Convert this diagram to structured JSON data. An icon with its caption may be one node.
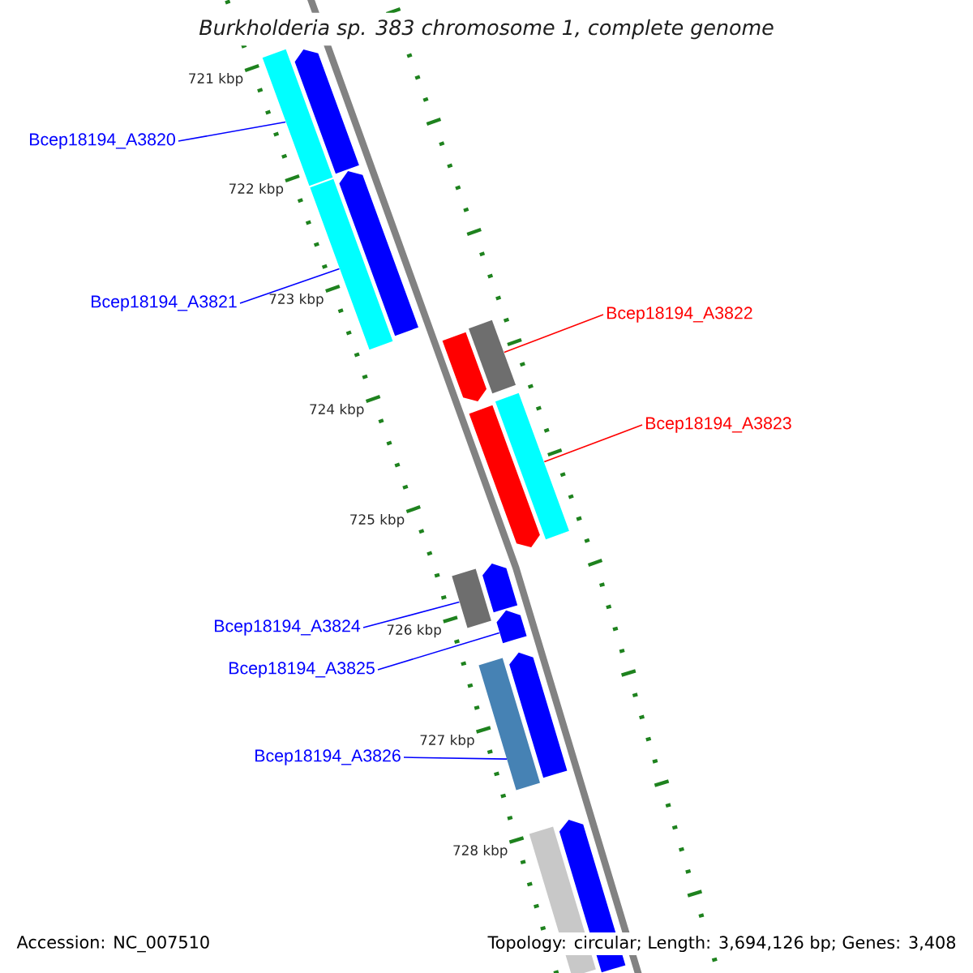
{
  "diagram": {
    "title": "Burkholderia sp. 383 chromosome 1, complete genome",
    "nodes": [
      {
        "text": [
          "Bcep18194_A3820"
        ]
      },
      {
        "text": [
          "Bcep18194_A3821"
        ]
      },
      {
        "text": [
          "Bcep18194_A3822"
        ]
      },
      {
        "text": [
          "Bcep18194_A3823"
        ]
      },
      {
        "text": [
          "Bcep18194_A3824"
        ]
      },
      {
        "text": [
          "Bcep18194_A3825"
        ]
      },
      {
        "text": [
          "Bcep18194_A3826"
        ]
      },
      {
        "text": [],
        "shape": "bar"
      },
      {
        "text": [],
        "shape": "bar"
      },
      {
        "text": [],
        "shape": "bar"
      },
      {
        "text": [],
        "shape": "bar"
      },
      {
        "text": [],
        "shape": "bar"
      },
      {
        "text": [],
        "shape": "bar"
      },
      {
        "text": [],
        "shape": "bar"
      },
      {
        "text": [],
        "shape": "bar"
      },
      {
        "text": [],
        "shape": "bar"
      },
      {
        "text": [],
        "shape": "bar"
      },
      {
        "text": [],
        "shape": "bar"
      },
      {
        "text": [],
        "shape": "bar"
      },
      {
        "text": [],
        "shape": "bar"
      },
      {
        "text": [],
        "shape": "bar"
      },
      {
        "text": [],
        "shape": "bar"
      }
    ],
    "edges": [
      {
        "from": 0,
        "to": 8,
        "arrow": "none"
      },
      {
        "from": 1,
        "to": 10,
        "arrow": "none"
      },
      {
        "from": 2,
        "to": 11,
        "arrow": "none",
        "color": "#ff0000"
      },
      {
        "from": 3,
        "to": 13,
        "arrow": "none",
        "color": "#ff0000"
      },
      {
        "from": 4,
        "to": 16,
        "arrow": "none"
      },
      {
        "from": 5,
        "to": 17,
        "arrow": "none"
      },
      {
        "from": 6,
        "to": 19,
        "arrow": "none"
      }
    ],
    "labels": [
      "721 kbp",
      "722 kbp",
      "723 kbp",
      "724 kbp",
      "725 kbp",
      "726 kbp",
      "727 kbp",
      "728 kbp",
      "Accession: NC_007510",
      "Topology: circular; Length: 3,694,126 bp; Genes: 3,408"
    ]
  }
}
